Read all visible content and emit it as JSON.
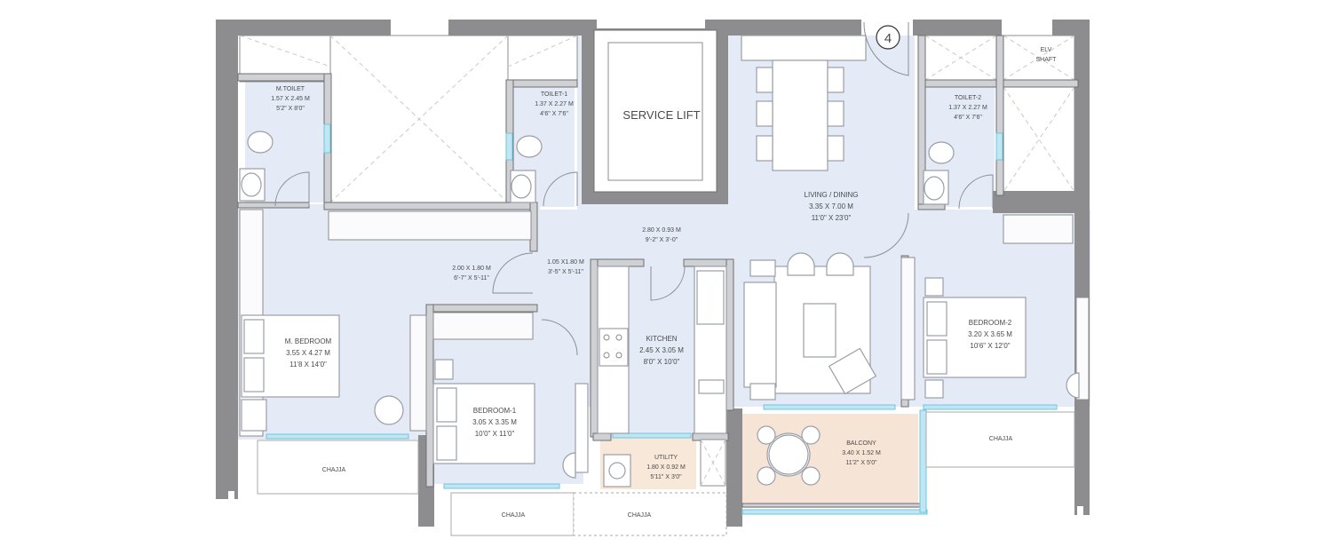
{
  "plan": {
    "unit_marker": "4",
    "rooms": {
      "m_toilet": {
        "name": "M.TOILET",
        "metric": "1.57 X 2.45 M",
        "imperial": "5'2\" X 8'0\""
      },
      "toilet_1": {
        "name": "TOILET-1",
        "metric": "1.37 X 2.27 M",
        "imperial": "4'6\" X 7'6\""
      },
      "service_lift": {
        "name": "SERVICE LIFT"
      },
      "living_dining": {
        "name": "LIVING / DINING",
        "metric": "3.35 X 7.00 M",
        "imperial": "11'0\" X 23'0\""
      },
      "toilet_2": {
        "name": "TOILET-2",
        "metric": "1.37 X 2.27 M",
        "imperial": "4'6\" X 7'6\""
      },
      "elv_shaft": {
        "line1": "ELV",
        "line2": "SHAFT"
      },
      "passage_1": {
        "metric": "2.80 X 0.93 M",
        "imperial": "9'-2\" X 3'-0\""
      },
      "passage_2": {
        "metric": "2.00 X 1.80 M",
        "imperial": "6'-7\" X 5'-11\""
      },
      "passage_3": {
        "metric": "1.05 X1.80 M",
        "imperial": "3'-5\" X 5'-11\""
      },
      "m_bedroom": {
        "name": "M. BEDROOM",
        "metric": "3.55 X 4.27 M",
        "imperial": "11'8 X 14'0\""
      },
      "bedroom_1": {
        "name": "BEDROOM-1",
        "metric": "3.05 X 3.35 M",
        "imperial": "10'0\" X 11'0\""
      },
      "kitchen": {
        "name": "KITCHEN",
        "metric": "2.45 X 3.05 M",
        "imperial": "8'0\" X 10'0\""
      },
      "utility": {
        "name": "UTILITY",
        "metric": "1.80 X 0.92 M",
        "imperial": "5'11\" X 3'0\""
      },
      "bedroom_2": {
        "name": "BEDROOM-2",
        "metric": "3.20 X 3.65 M",
        "imperial": "10'6\" X 12'0\""
      },
      "balcony": {
        "name": "BALCONY",
        "metric": "3.40 X 1.52 M",
        "imperial": "11'2\" X 5'0\""
      }
    },
    "chajja": [
      "CHAJJA",
      "CHAJJA",
      "CHAJJA",
      "CHAJJA"
    ],
    "colors": {
      "wall": "#8d8d8f",
      "room_fill": "#e4eaf6",
      "glazing": "#bfe6f2",
      "balcony_fill": "#f6e4d6"
    }
  }
}
